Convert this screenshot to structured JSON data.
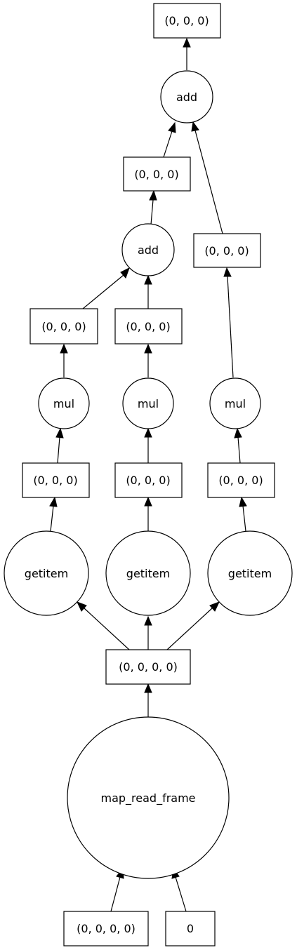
{
  "graph": {
    "nodes": {
      "top_key": "(0, 0, 0)",
      "add_top": "add",
      "key_mid_left": "(0, 0, 0)",
      "key_mid_right": "(0, 0, 0)",
      "add_mid": "add",
      "key_a": "(0, 0, 0)",
      "key_b": "(0, 0, 0)",
      "mul_a": "mul",
      "mul_b": "mul",
      "mul_c": "mul",
      "key_a2": "(0, 0, 0)",
      "key_b2": "(0, 0, 0)",
      "key_c2": "(0, 0, 0)",
      "getitem_a": "getitem",
      "getitem_b": "getitem",
      "getitem_c": "getitem",
      "key_4d": "(0, 0, 0, 0)",
      "map_read_frame": "map_read_frame",
      "input_key": "(0, 0, 0, 0)",
      "input_zero": "0"
    }
  }
}
